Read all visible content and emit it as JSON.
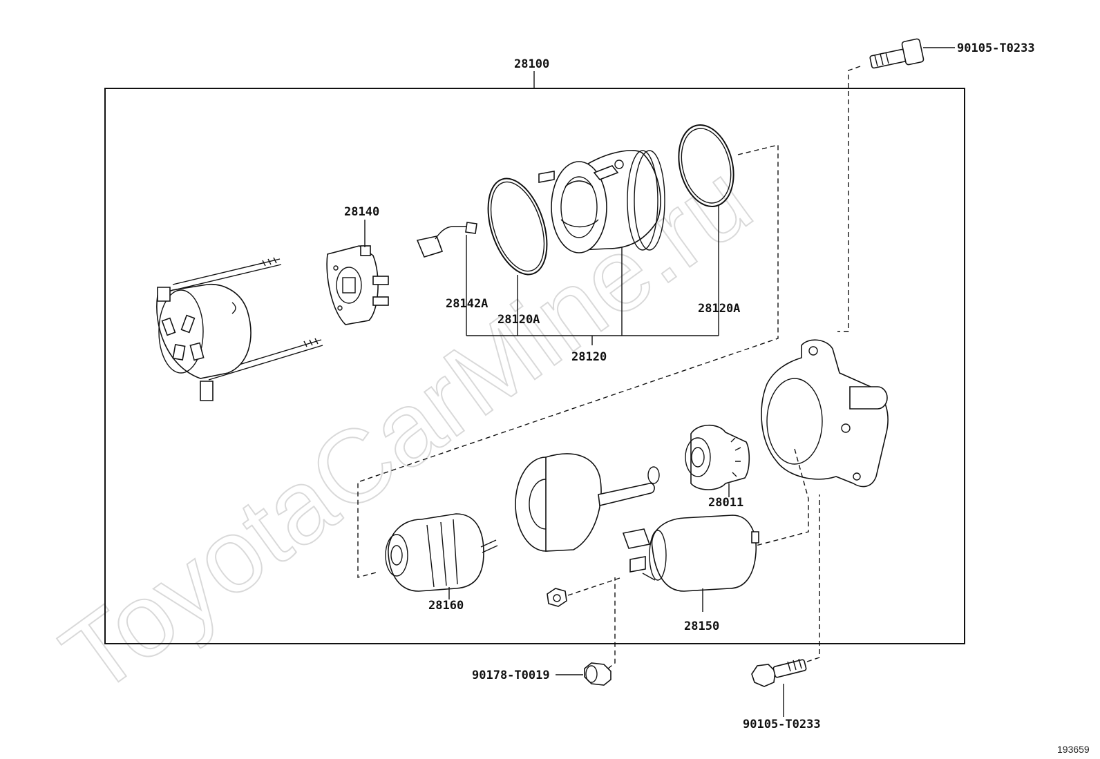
{
  "watermark": "ToyotaCarMine.ru",
  "drawing_id": "193659",
  "labels": {
    "assembly": "28100",
    "bolt_top": "90105-T0233",
    "brush_holder": "28140",
    "brush_lead": "28142A",
    "oring_left": "28120A",
    "oring_right": "28120A",
    "yoke": "28120",
    "pinion_clutch": "28011",
    "armature": "28160",
    "switch": "28150",
    "nut": "90178-T0019",
    "bolt_bottom": "90105-T0233"
  }
}
